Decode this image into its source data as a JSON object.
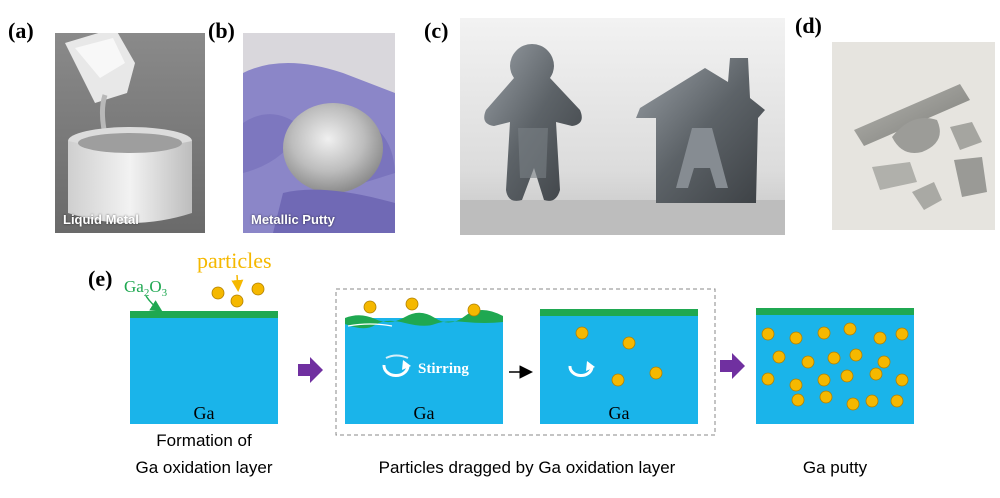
{
  "panels": {
    "a": {
      "label": "(a)",
      "caption": "Liquid Metal"
    },
    "b": {
      "label": "(b)",
      "caption": "Metallic Putty"
    },
    "c": {
      "label": "(c)"
    },
    "d": {
      "label": "(d)"
    },
    "e": {
      "label": "(e)"
    }
  },
  "diagram": {
    "oxide_label_main": "Ga",
    "oxide_label_sub1": "2",
    "oxide_label_mid": "O",
    "oxide_label_sub2": "3",
    "particles_label": "particles",
    "ga_label": "Ga",
    "stirring_label": "Stirring",
    "caption_formation_line1": "Formation of",
    "caption_formation_line2": "Ga oxidation layer",
    "caption_dragged": "Particles dragged by Ga oxidation layer",
    "caption_putty": "Ga putty"
  },
  "colors": {
    "gallium": "#1ab4ea",
    "oxide": "#1fa851",
    "particle": "#f5b800",
    "particle_stroke": "#b07f00",
    "particles_text": "#f5b800",
    "oxide_text": "#1fa851",
    "process_arrow": "#7030a0"
  }
}
